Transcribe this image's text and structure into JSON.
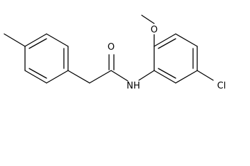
{
  "molecule": {
    "atoms": {
      "oxygen_carbonyl": "O",
      "oxygen_methoxy": "O",
      "nitrogen": "NH",
      "chlorine": "Cl"
    }
  }
}
